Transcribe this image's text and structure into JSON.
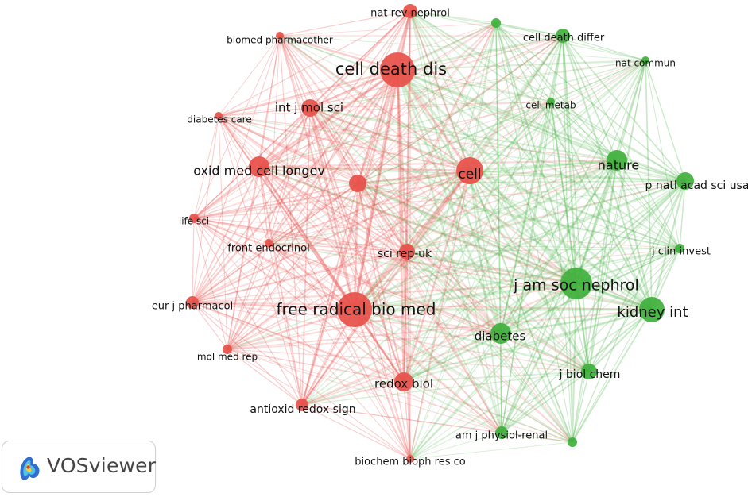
{
  "app": {
    "brand": "VOSviewer",
    "logo_icon": "vosviewer-logo-icon"
  },
  "clusters": {
    "red": "#e8504a",
    "green": "#3fb03c"
  },
  "network": {
    "nodes": [
      {
        "id": "nat-rev-nephrol",
        "label": "nat rev nephrol",
        "cluster": "red"
      },
      {
        "id": "biomed-pharmacother",
        "label": "biomed pharmacother",
        "cluster": "red"
      },
      {
        "id": "cell-death-dis",
        "label": "cell death dis",
        "cluster": "red"
      },
      {
        "id": "int-j-mol-sci",
        "label": "int j mol sci",
        "cluster": "red"
      },
      {
        "id": "diabetes-care",
        "label": "diabetes care",
        "cluster": "red"
      },
      {
        "id": "oxid-med-cell-longev",
        "label": "oxid med cell longev",
        "cluster": "red"
      },
      {
        "id": "unlabeled-red",
        "label": "",
        "cluster": "red"
      },
      {
        "id": "cell",
        "label": "cell",
        "cluster": "red"
      },
      {
        "id": "life-sci",
        "label": "life sci",
        "cluster": "red"
      },
      {
        "id": "front-endocrinol",
        "label": "front endocrinol",
        "cluster": "red"
      },
      {
        "id": "sci-rep-uk",
        "label": "sci rep-uk",
        "cluster": "red"
      },
      {
        "id": "eur-j-pharmacol",
        "label": "eur j pharmacol",
        "cluster": "red"
      },
      {
        "id": "free-radical-bio-med",
        "label": "free radical bio med",
        "cluster": "red"
      },
      {
        "id": "mol-med-rep",
        "label": "mol med rep",
        "cluster": "red"
      },
      {
        "id": "redox-biol",
        "label": "redox biol",
        "cluster": "red"
      },
      {
        "id": "antioxid-redox-sign",
        "label": "antioxid redox sign",
        "cluster": "red"
      },
      {
        "id": "biochem-bioph-res-co",
        "label": "biochem bioph res co",
        "cluster": "red"
      },
      {
        "id": "unlabeled-green-top",
        "label": "",
        "cluster": "green"
      },
      {
        "id": "cell-death-differ",
        "label": "cell death differ",
        "cluster": "green"
      },
      {
        "id": "nat-commun",
        "label": "nat commun",
        "cluster": "green"
      },
      {
        "id": "cell-metab",
        "label": "cell metab",
        "cluster": "green"
      },
      {
        "id": "nature",
        "label": "nature",
        "cluster": "green"
      },
      {
        "id": "p-natl-acad-sci-usa",
        "label": "p natl acad sci usa",
        "cluster": "green"
      },
      {
        "id": "j-clin-invest",
        "label": "j clin invest",
        "cluster": "green"
      },
      {
        "id": "j-am-soc-nephrol",
        "label": "j am soc nephrol",
        "cluster": "green"
      },
      {
        "id": "kidney-int",
        "label": "kidney int",
        "cluster": "green"
      },
      {
        "id": "diabetes",
        "label": "diabetes",
        "cluster": "green"
      },
      {
        "id": "j-biol-chem",
        "label": "j biol chem",
        "cluster": "green"
      },
      {
        "id": "am-j-physiol-renal",
        "label": "am j physiol-renal",
        "cluster": "green"
      },
      {
        "id": "unlabeled-green-bottom",
        "label": "",
        "cluster": "green"
      }
    ]
  }
}
